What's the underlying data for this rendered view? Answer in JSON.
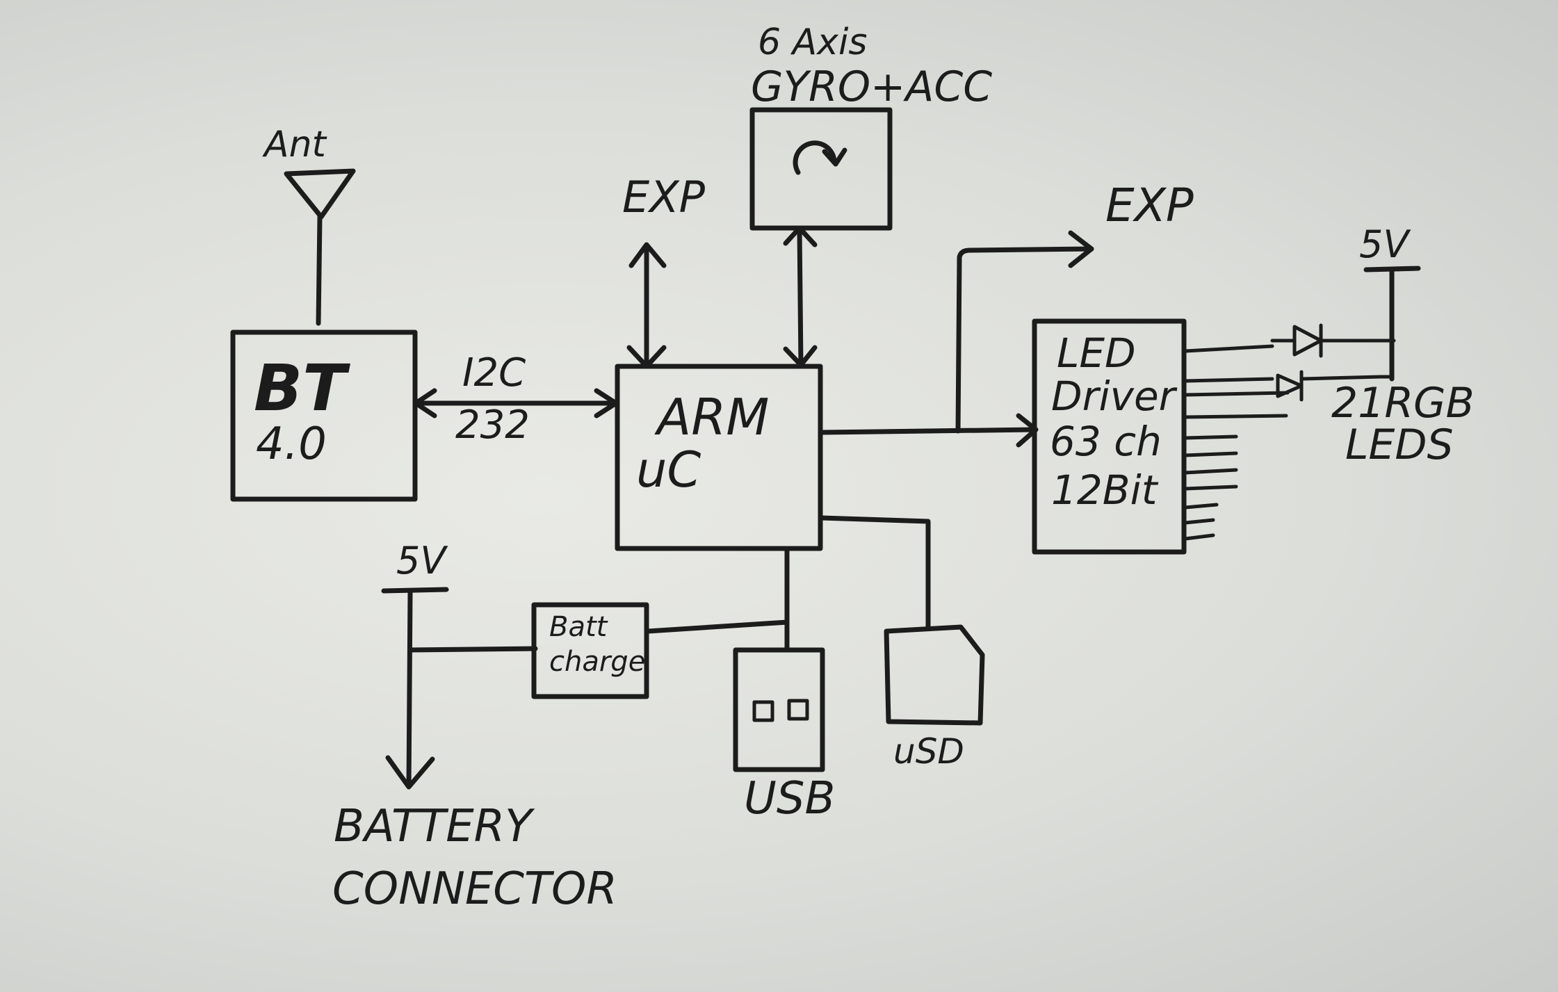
{
  "labels": {
    "antenna": "Ant",
    "bt_line1": "BT",
    "bt_line2": "4.0",
    "bus_line1": "I2C",
    "bus_line2": "232",
    "gyro_line1": "6 Axis",
    "gyro_line2": "GYRO+ACC",
    "exp_top": "EXP",
    "exp_right": "EXP",
    "arm_line1": "ARM",
    "arm_line2": "uC",
    "led_line1": "LED",
    "led_line2": "Driver",
    "led_line3": "63 ch",
    "led_line4": "12Bit",
    "led_supply": "5V",
    "rgb_line1": "21RGB",
    "rgb_line2": "LEDS",
    "batt_supply": "5V",
    "charger_line1": "Batt",
    "charger_line2": "charge",
    "usb": "USB",
    "usd": "uSD",
    "battery_line1": "BATTERY",
    "battery_line2": "CONNECTOR"
  }
}
